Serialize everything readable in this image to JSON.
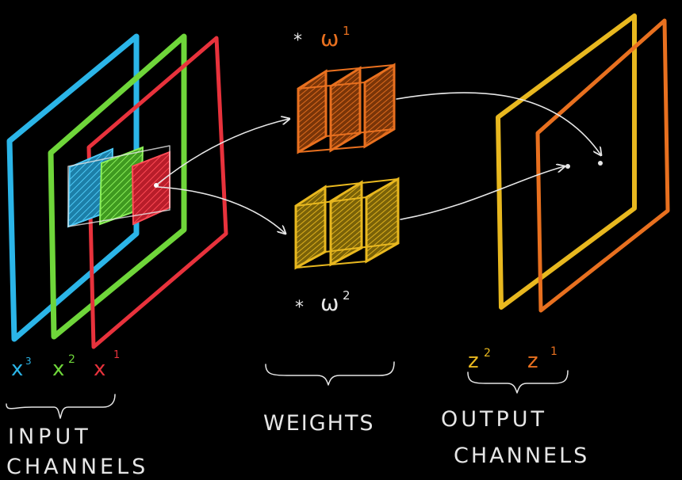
{
  "colors": {
    "background": "#000000",
    "input_channel_3": "#2bb5e8",
    "input_channel_2": "#6fd63a",
    "input_channel_1": "#e8323c",
    "weight_1": "#e8701f",
    "weight_2": "#e8b81f",
    "output_channel_2": "#e8b81f",
    "output_channel_1": "#e8701f",
    "chalk_white": "#e6e6e6"
  },
  "input_channels": {
    "channels": [
      {
        "base": "x",
        "sup": "3"
      },
      {
        "base": "x",
        "sup": "2"
      },
      {
        "base": "x",
        "sup": "1"
      }
    ],
    "caption_line1": "INPUT",
    "caption_line2": "CHANNELS"
  },
  "weights": {
    "w1": {
      "star": "*",
      "base": "ω",
      "sup": "1"
    },
    "w2": {
      "star": "*",
      "base": "ω",
      "sup": "2"
    },
    "caption": "WEIGHTS"
  },
  "output_channels": {
    "channels": [
      {
        "base": "z",
        "sup": "2"
      },
      {
        "base": "z",
        "sup": "1"
      }
    ],
    "caption_line1": "OUTPUT",
    "caption_line2": "CHANNELS"
  }
}
